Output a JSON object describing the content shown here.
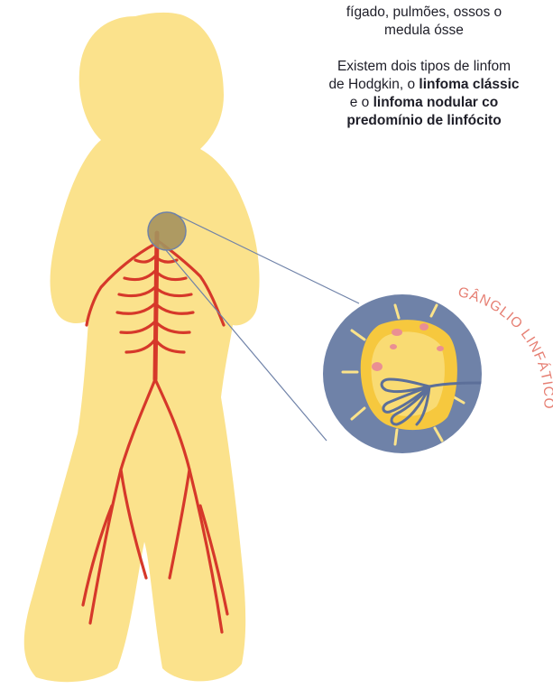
{
  "text": {
    "para1_line1": "fígado, pulmões, ossos o",
    "para1_line2": "medula ósse",
    "para2_line1": "Existem dois tipos de linfom",
    "para2_line2_a": "de Hodgkin, o ",
    "para2_line2_b": "linfoma clássic",
    "para2_line3_a": "e o ",
    "para2_line3_b": "linfoma nodular co",
    "para2_line4": "predomínio de linfócito"
  },
  "callout_label": "GÂNGLIO LINFÁTICO",
  "colors": {
    "body": "#fbe28c",
    "vessels": "#d6382a",
    "circle": "#6f82a8",
    "node": "#f6c83e",
    "node_light": "#fbe38a",
    "spots": "#ea8f93",
    "node_vessels": "#5c6f99",
    "label": "#e67f73"
  }
}
